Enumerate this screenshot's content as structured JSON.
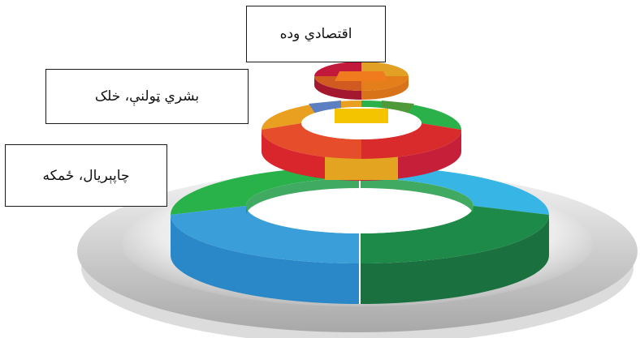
{
  "labels": {
    "economy": "اقتصادي وده",
    "society": "بشري ټولنې، خلک",
    "biosphere": "چاپېريال، ځمکه"
  },
  "colors": {
    "bottom_ring": [
      "#1e8a4a",
      "#3a9fd8",
      "#2ab24a",
      "#37b6e6"
    ],
    "middle_ring": [
      "#4e9a3a",
      "#5b7fc0",
      "#f4c400",
      "#2bb14a",
      "#d92b2b",
      "#e6a31e",
      "#e64d2a",
      "#c01c3a"
    ],
    "top_ring": [
      "#e2a024",
      "#e37e1b",
      "#c2183c",
      "#a3182e"
    ],
    "plate": "#e8e8e8"
  }
}
